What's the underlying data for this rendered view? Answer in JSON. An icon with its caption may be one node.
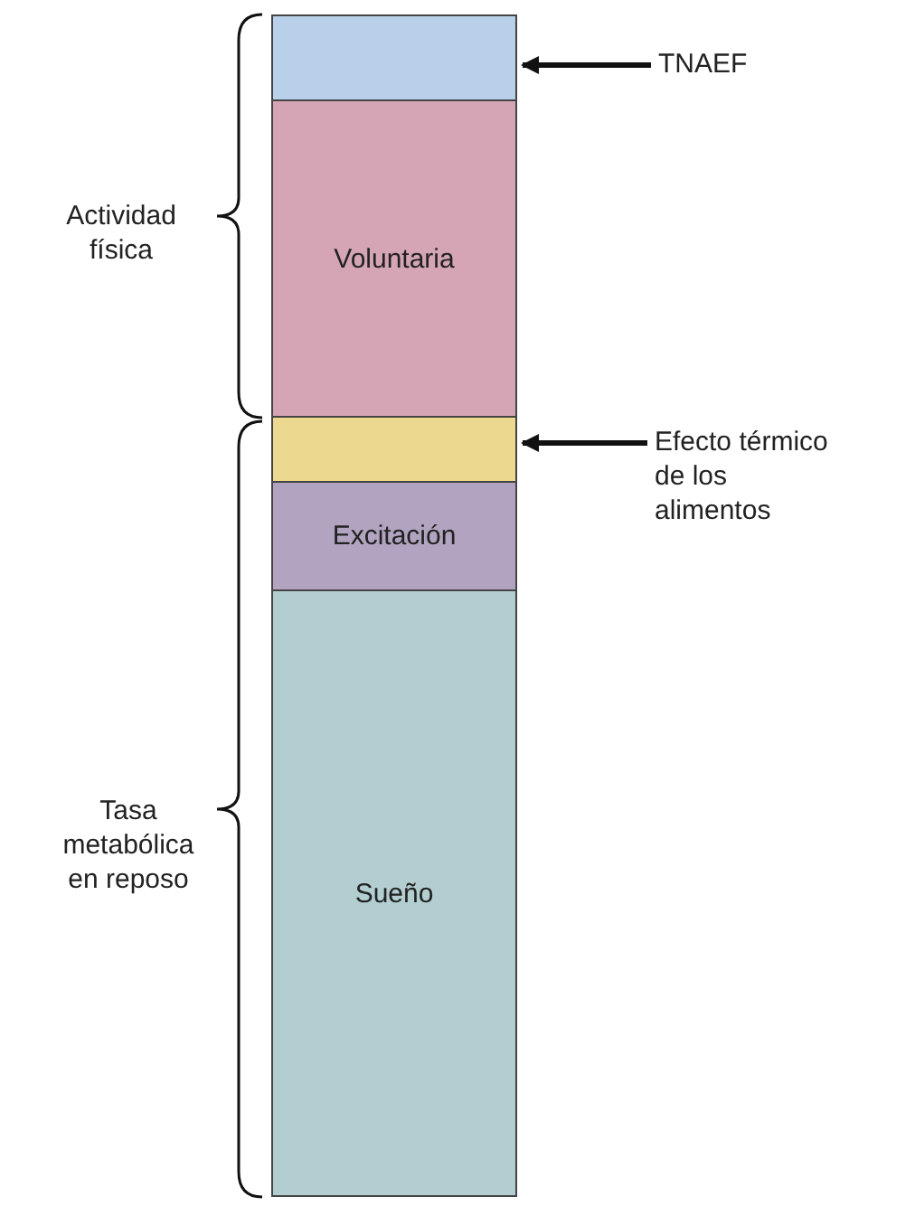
{
  "diagram": {
    "nodes": [
      {
        "text": [],
        "shape": "bar"
      },
      {
        "text": [
          "TNAEF"
        ]
      },
      {
        "text": [
          "Voluntaria"
        ]
      },
      {
        "text": [],
        "shape": "bar"
      },
      {
        "text": [
          "Efecto térmico de los alimentos"
        ]
      },
      {
        "text": [
          "Excitación"
        ]
      },
      {
        "text": [
          "Sueño"
        ]
      }
    ],
    "edges": [
      {
        "from": 1,
        "to": 0,
        "arrow": "to"
      },
      {
        "from": 4,
        "to": 3,
        "arrow": "to"
      }
    ],
    "labels": [
      "Actividad física",
      "Tasa metabólica en reposo"
    ]
  }
}
